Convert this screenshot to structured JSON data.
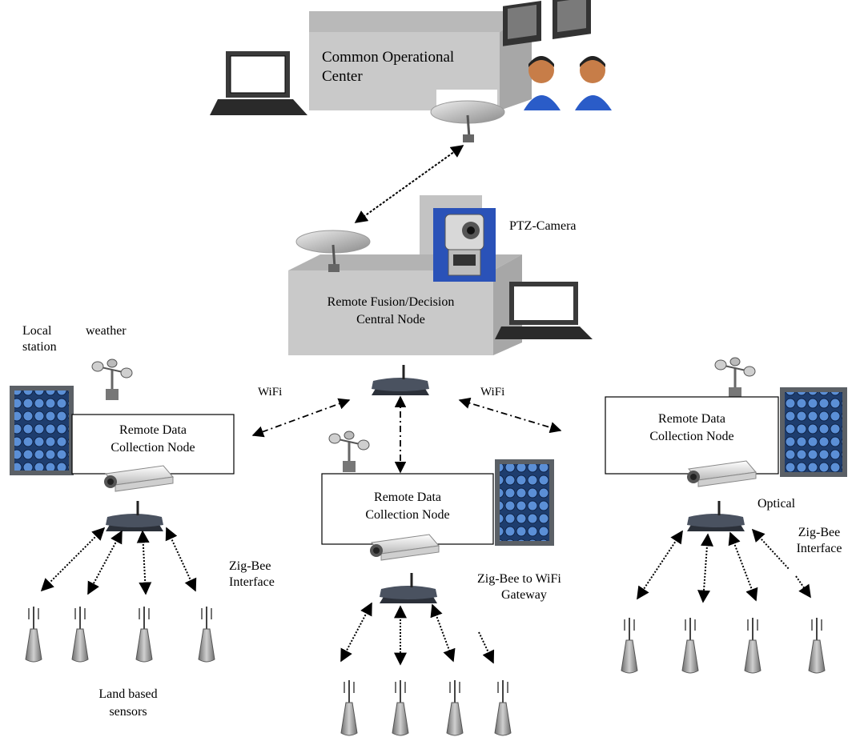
{
  "center": {
    "line1": "Common  Operational",
    "line2": "Center"
  },
  "fusion": {
    "line1": "Remote Fusion/Decision",
    "line2": "Central Node"
  },
  "camera_label": "PTZ-Camera",
  "weather": {
    "line1_a": "Local",
    "line1_b": "weather",
    "line2": "station"
  },
  "wifi_left": "WiFi",
  "wifi_right": "WiFi",
  "node_left": {
    "line1": "Remote Data",
    "line2": "Collection  Node"
  },
  "node_mid": {
    "line1": "Remote Data",
    "line2": "Collection Node"
  },
  "node_right": {
    "line1": "Remote Data",
    "line2": "Collection Node"
  },
  "optical": "Optical",
  "zigbee_left": {
    "line1": "Zig-Bee",
    "line2": "Interface"
  },
  "zigbee_right": {
    "line1": "Zig-Bee",
    "line2": "Interface"
  },
  "gateway": {
    "line1": "Zig-Bee to WiFi",
    "line2": "Gateway"
  },
  "land": {
    "line1": "Land based",
    "line2": "sensors"
  },
  "colors": {
    "box_front": "#c9c9c9",
    "box_top": "#b3b3b3",
    "box_side": "#a9a9a9",
    "solar_blue": "#3b63a6",
    "camera_bg": "#2a52b8",
    "router": "#333a44"
  }
}
